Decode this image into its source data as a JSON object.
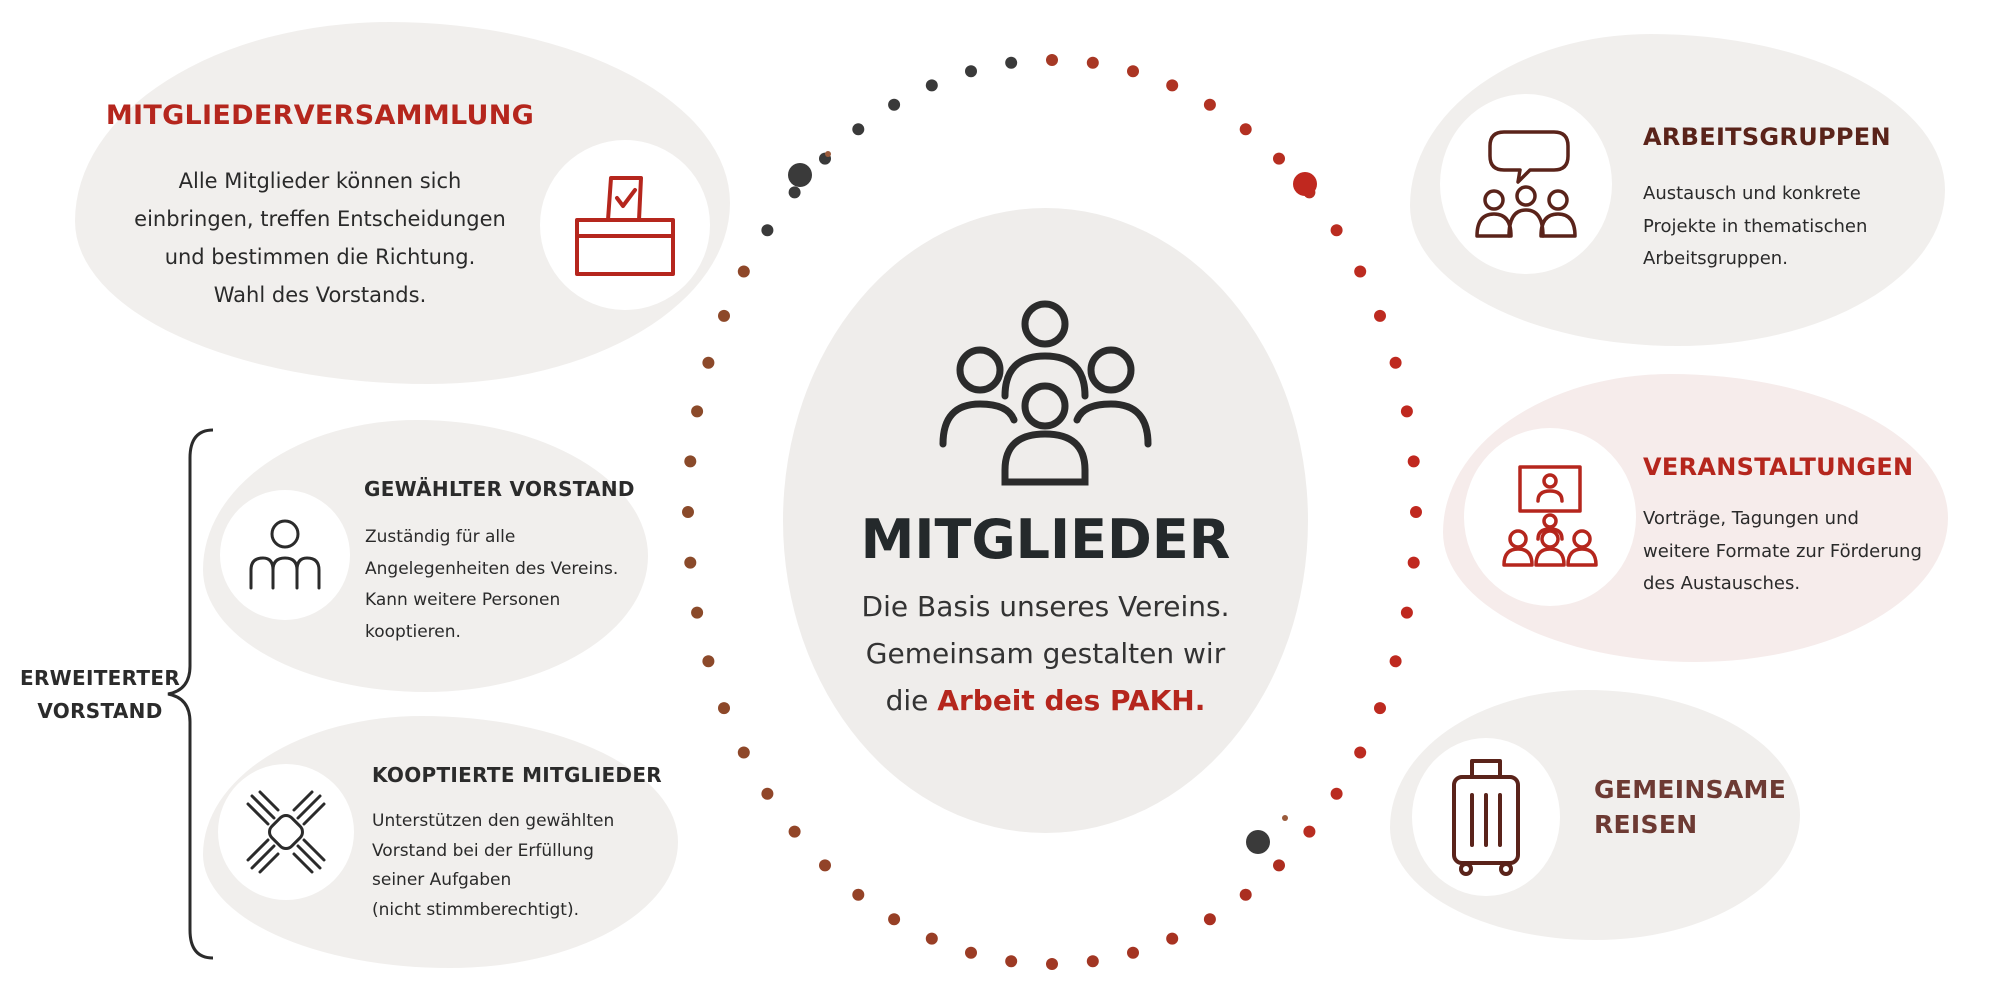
{
  "center": {
    "title": "MITGLIEDER",
    "line1": "Die Basis unseres Vereins.",
    "line2": "Gemeinsam gestalten wir",
    "line3_prefix": "die ",
    "line3_highlight": "Arbeit des PAKH."
  },
  "mitgliederversammlung": {
    "title": "MITGLIEDERVERSAMMLUNG",
    "lines": [
      "Alle Mitglieder können sich",
      "einbringen, treffen Entscheidungen",
      "und bestimmen die Richtung.",
      "Wahl des Vorstands."
    ],
    "icon": "ballot-box-icon"
  },
  "erweiterter_vorstand": {
    "line1": "ERWEITERTER",
    "line2": "VORSTAND"
  },
  "gewaehlter_vorstand": {
    "title": "GEWÄHLTER VORSTAND",
    "lines": [
      "Zuständig für alle",
      "Angelegenheiten des Vereins.",
      "Kann weitere Personen",
      "kooptieren."
    ],
    "icon": "board-members-icon"
  },
  "kooptierte": {
    "title": "KOOPTIERTE MITGLIEDER",
    "lines": [
      "Unterstützen den gewählten",
      "Vorstand bei der Erfüllung",
      "seiner Aufgaben",
      "(nicht stimmberechtigt)."
    ],
    "icon": "joined-hands-icon"
  },
  "arbeitsgruppen": {
    "title": "ARBEITSGRUPPEN",
    "lines": [
      "Austausch und konkrete",
      "Projekte in thematischen",
      "Arbeitsgruppen."
    ],
    "icon": "discussion-group-icon"
  },
  "veranstaltungen": {
    "title": "VERANSTALTUNGEN",
    "lines": [
      "Vorträge, Tagungen und",
      "weitere Formate zur Förderung",
      "des Austausches."
    ],
    "icon": "presentation-audience-icon"
  },
  "reisen": {
    "line1": "GEMEINSAME",
    "line2": "REISEN",
    "icon": "suitcase-icon"
  },
  "colors": {
    "accent_red": "#b5261d",
    "dark_brown": "#5a231a",
    "blob": "#f1efed"
  }
}
